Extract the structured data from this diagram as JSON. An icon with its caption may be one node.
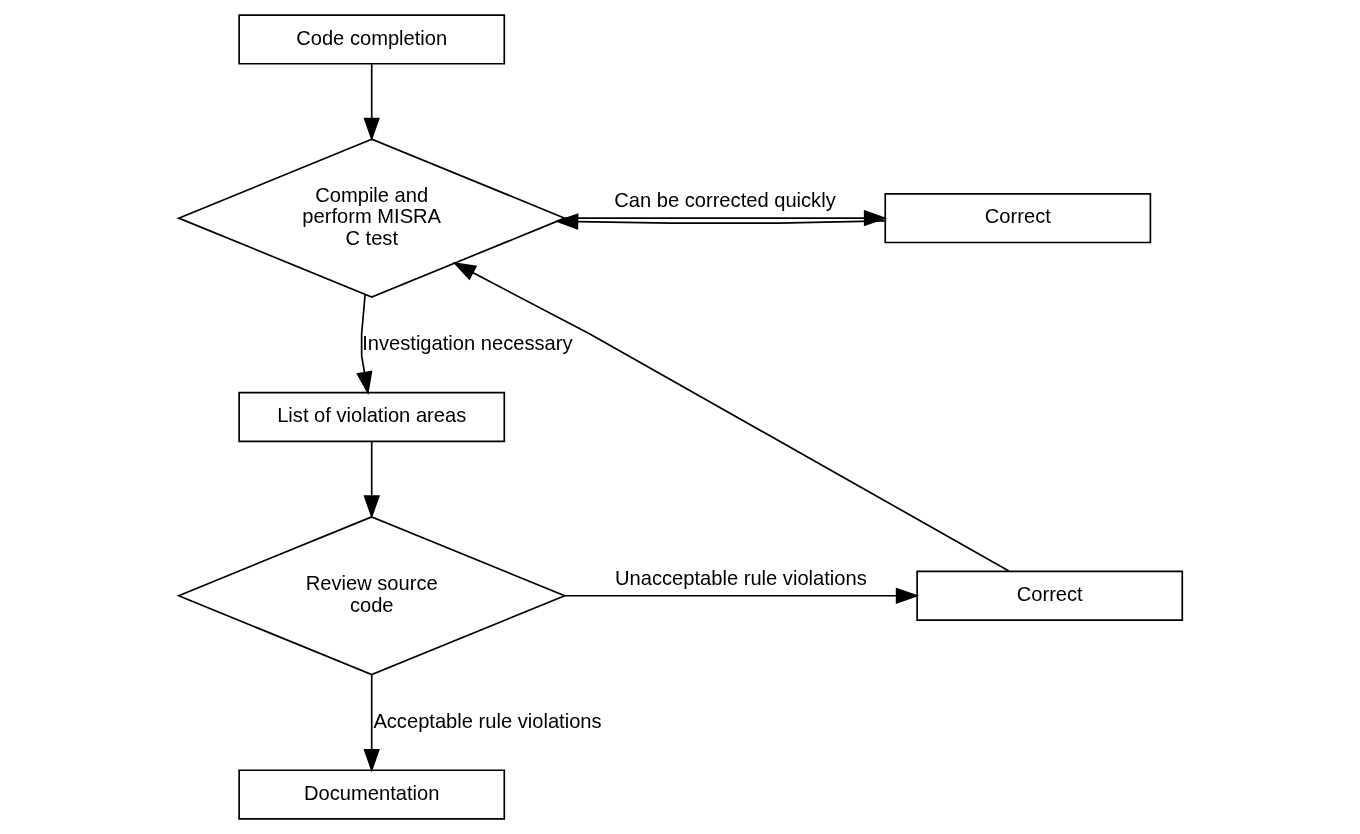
{
  "diagram": {
    "nodes": [
      {
        "text": [
          "Code completion"
        ]
      },
      {
        "text": [
          "Compile and perform MISRA C test"
        ]
      },
      {
        "text": [
          "Correct"
        ]
      },
      {
        "text": [
          "List of violation areas"
        ]
      },
      {
        "text": [
          "Review source code"
        ]
      },
      {
        "text": [
          "Correct"
        ]
      },
      {
        "text": [
          "Documentation"
        ]
      }
    ],
    "edges": [
      {
        "from": 0,
        "to": 1,
        "arrow": "to"
      },
      {
        "from": 1,
        "to": 2,
        "arrow": "to",
        "label": "Can be corrected quickly"
      },
      {
        "from": 2,
        "to": 1,
        "arrow": "to"
      },
      {
        "from": 1,
        "to": 3,
        "arrow": "to",
        "label": "Investigation necessary"
      },
      {
        "from": 3,
        "to": 4,
        "arrow": "to"
      },
      {
        "from": 4,
        "to": 5,
        "arrow": "to",
        "label": "Unacceptable rule violations"
      },
      {
        "from": 5,
        "to": 1,
        "arrow": "to"
      },
      {
        "from": 4,
        "to": 6,
        "arrow": "to",
        "label": "Acceptable rule violations"
      }
    ]
  }
}
